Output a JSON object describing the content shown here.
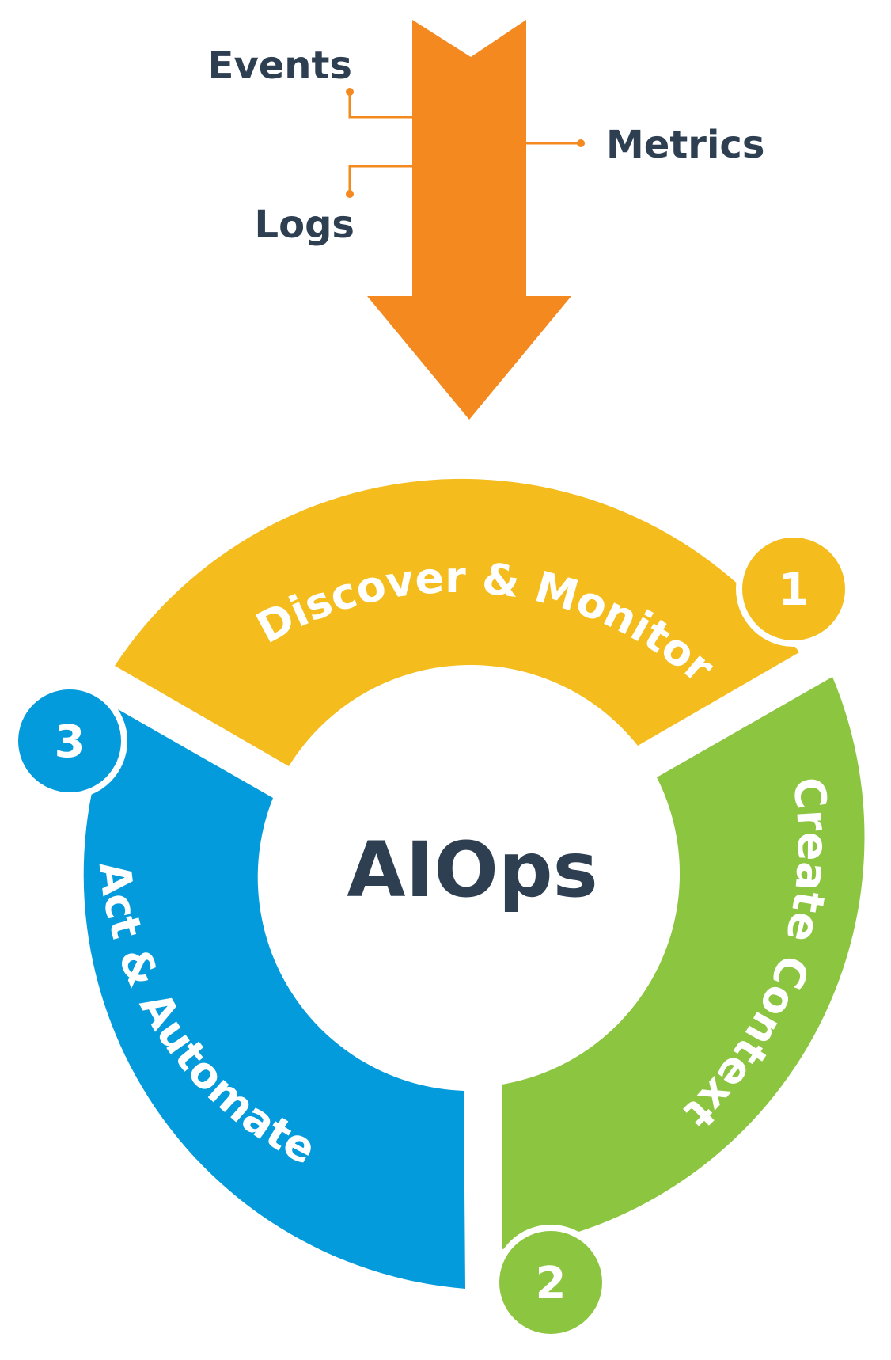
{
  "inputs": {
    "events": "Events",
    "logs": "Logs",
    "metrics": "Metrics"
  },
  "center": {
    "title": "AIOps"
  },
  "stages": [
    {
      "number": "1",
      "label": "Discover & Monitor",
      "color": "#F4BC1C"
    },
    {
      "number": "2",
      "label": "Create Context",
      "color": "#8CC540"
    },
    {
      "number": "3",
      "label": "Act & Automate",
      "color": "#039BDB"
    }
  ],
  "colors": {
    "arrow": "#F4891F",
    "text_dark": "#2E3F52"
  }
}
